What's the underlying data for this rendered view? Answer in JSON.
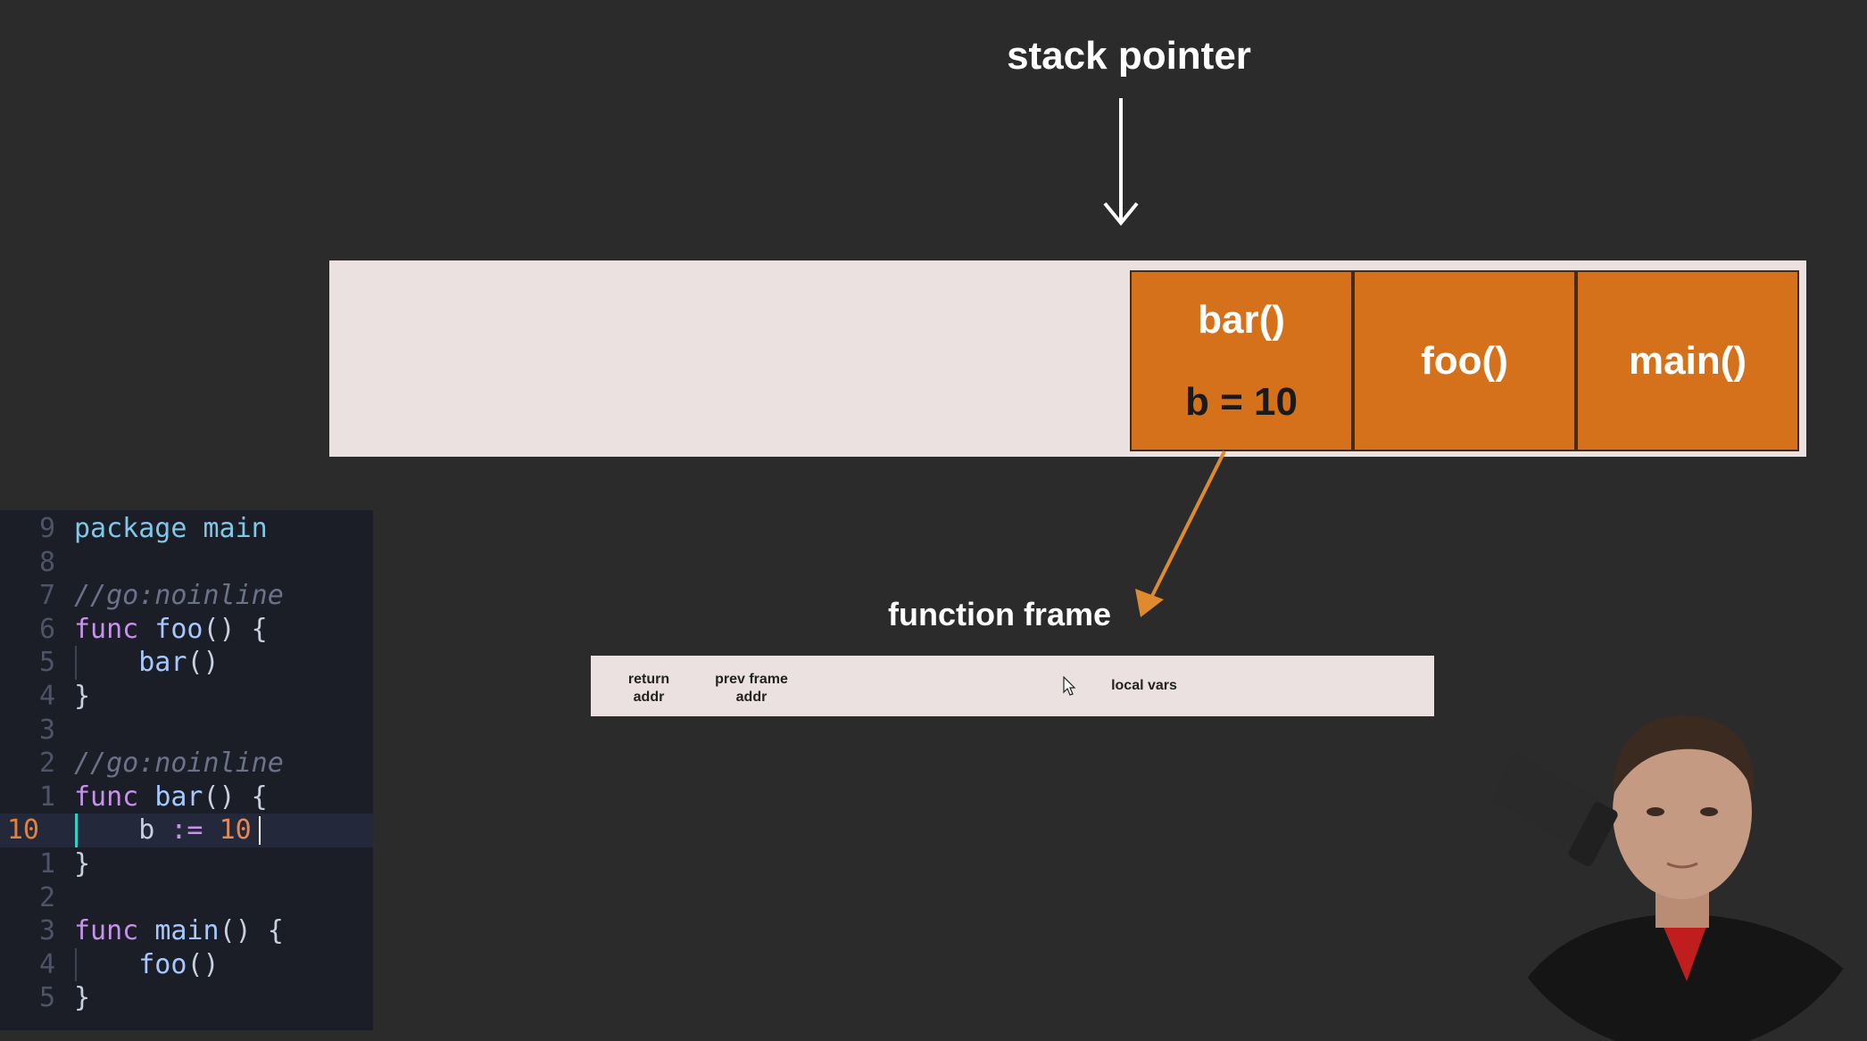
{
  "diagram": {
    "stack_pointer_label": "stack pointer",
    "stack_frames": [
      {
        "name": "bar()",
        "var": "b = 10"
      },
      {
        "name": "foo()"
      },
      {
        "name": "main()"
      }
    ],
    "function_frame_label": "function frame",
    "function_frame_fields": [
      "return\naddr",
      "prev frame\naddr",
      "local vars"
    ],
    "colors": {
      "background": "#2b2b2b",
      "stack_bg": "#ece1e1",
      "frame_fill": "#d4711a",
      "arrow_orange": "#e08a2e"
    }
  },
  "editor": {
    "lines": [
      {
        "ln": "9",
        "tokens": [
          [
            "pkg",
            "package main"
          ]
        ]
      },
      {
        "ln": "8",
        "tokens": []
      },
      {
        "ln": "7",
        "tokens": [
          [
            "cmt",
            "//go:noinline"
          ]
        ]
      },
      {
        "ln": "6",
        "tokens": [
          [
            "kw",
            "func "
          ],
          [
            "fn",
            "foo"
          ],
          [
            "plain",
            "() {"
          ]
        ]
      },
      {
        "ln": "5",
        "tokens": [
          [
            "plain",
            "    "
          ],
          [
            "fn",
            "bar"
          ],
          [
            "plain",
            "()"
          ]
        ]
      },
      {
        "ln": "4",
        "tokens": [
          [
            "plain",
            "}"
          ]
        ]
      },
      {
        "ln": "3",
        "tokens": []
      },
      {
        "ln": "2",
        "tokens": [
          [
            "cmt",
            "//go:noinline"
          ]
        ]
      },
      {
        "ln": "1",
        "tokens": [
          [
            "kw",
            "func "
          ],
          [
            "fn",
            "bar"
          ],
          [
            "plain",
            "() {"
          ]
        ]
      },
      {
        "ln": "10",
        "current": true,
        "tokens": [
          [
            "plain",
            "    b "
          ],
          [
            "kw",
            ":="
          ],
          [
            "plain",
            " "
          ],
          [
            "num",
            "10"
          ]
        ]
      },
      {
        "ln": "1",
        "tokens": [
          [
            "plain",
            "}"
          ]
        ]
      },
      {
        "ln": "2",
        "tokens": []
      },
      {
        "ln": "3",
        "tokens": [
          [
            "kw",
            "func "
          ],
          [
            "fn",
            "main"
          ],
          [
            "plain",
            "() {"
          ]
        ]
      },
      {
        "ln": "4",
        "tokens": [
          [
            "plain",
            "    "
          ],
          [
            "fn",
            "foo"
          ],
          [
            "plain",
            "()"
          ]
        ]
      },
      {
        "ln": "5",
        "tokens": [
          [
            "plain",
            "}"
          ]
        ]
      }
    ]
  }
}
